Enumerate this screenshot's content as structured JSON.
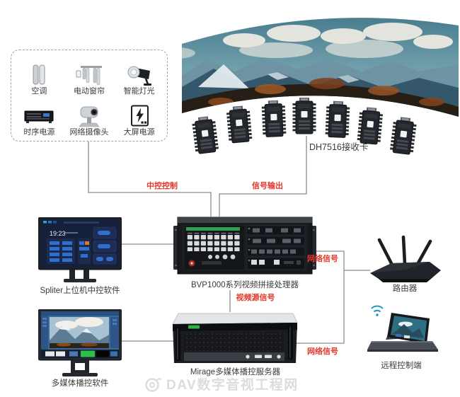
{
  "colors": {
    "accent_red": "#e5372b",
    "line_grey": "#8c8c8c",
    "label_grey": "#3b3b3b",
    "watermark_grey": "#dcdcdc"
  },
  "control_box": {
    "devices": [
      {
        "label": "空调",
        "icon": "air-conditioner-icon"
      },
      {
        "label": "电动窗帘",
        "icon": "electric-curtain-icon"
      },
      {
        "label": "智能灯光",
        "icon": "smart-light-icon"
      },
      {
        "label": "时序电源",
        "icon": "sequential-power-icon"
      },
      {
        "label": "网络摄像头",
        "icon": "network-camera-icon"
      },
      {
        "label": "大屏电源",
        "icon": "screen-power-icon"
      }
    ]
  },
  "video_wall": {
    "receiver_label": "DH7516接收卡",
    "receiver_card_count": 7
  },
  "processor": {
    "label": "BVP1000系列视频拼接处理器"
  },
  "monitors": {
    "control": {
      "label": "Spliter上位机中控软件",
      "screen_time": "19:23"
    },
    "media": {
      "label": "多媒体播控软件"
    }
  },
  "server": {
    "label": "Mirage多媒体播控服务器"
  },
  "router": {
    "label": "路由器"
  },
  "tablet": {
    "label": "远程控制端"
  },
  "links": {
    "central_control": "中控控制",
    "signal_output": "信号输出",
    "network_top": "网络信号",
    "video_source": "视频源信号",
    "network_bottom": "网络信号"
  },
  "watermark": {
    "text": "DAV数字音视工程网"
  }
}
